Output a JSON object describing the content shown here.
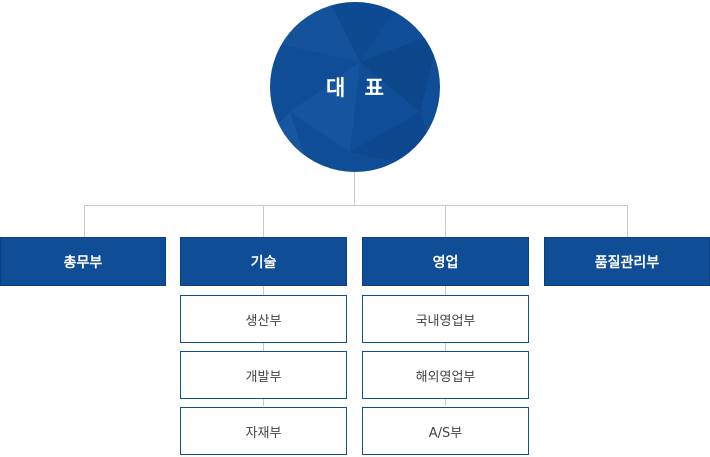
{
  "ceo": {
    "label": "대 표"
  },
  "departments": [
    {
      "label": "총무부"
    },
    {
      "label": "기술",
      "subs": [
        "생산부",
        "개발부",
        "자재부"
      ]
    },
    {
      "label": "영업",
      "subs": [
        "국내영업부",
        "해외영업부",
        "A/S부"
      ]
    },
    {
      "label": "품질관리부"
    }
  ],
  "colors": {
    "primary": "#0f4d96",
    "connector": "#c9c9c9"
  }
}
